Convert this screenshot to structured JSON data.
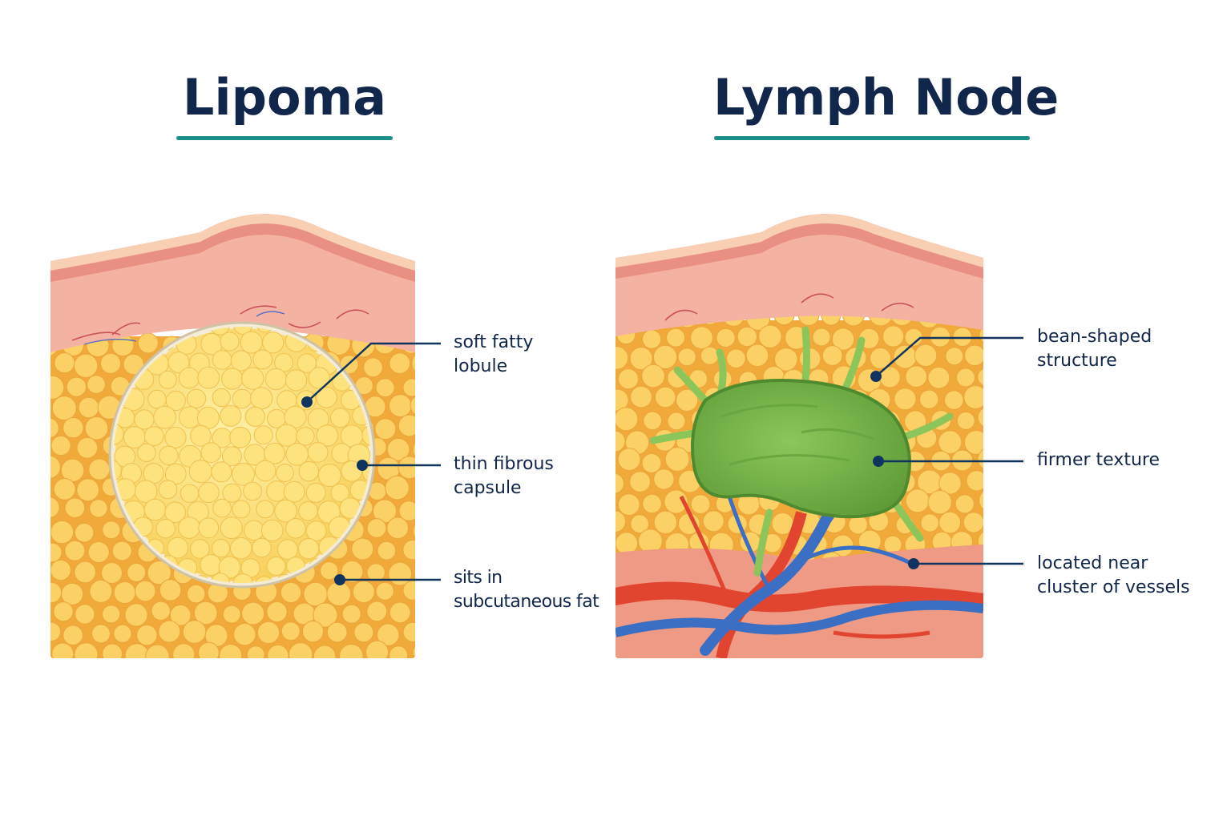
{
  "titles": {
    "left": "Lipoma",
    "right": "Lymph Node"
  },
  "labels": {
    "left": [
      {
        "line1": "soft fatty",
        "line2": "lobule"
      },
      {
        "line1": "thin fibrous",
        "line2": "capsule"
      },
      {
        "line1": "sits in",
        "line2": "subcutaneous fat"
      }
    ],
    "right": [
      {
        "line1": "bean-shaped",
        "line2": "structure"
      },
      {
        "line1": "firmer texture",
        "line2": ""
      },
      {
        "line1": "located near",
        "line2": "cluster of vessels"
      }
    ]
  },
  "colors": {
    "title": "#10264a",
    "accent_underline": "#1a8f8a",
    "callout": "#10345e",
    "skin_top": "#f6c7ac",
    "dermis": "#f3b2a2",
    "fat": "#f6c04f",
    "fat_cell": "#fbd468",
    "lipoma_cell": "#fde17a",
    "capsule": "#f2ecd8",
    "node": "#7dba4e",
    "artery": "#e2452f",
    "vein": "#3a6fc4"
  }
}
